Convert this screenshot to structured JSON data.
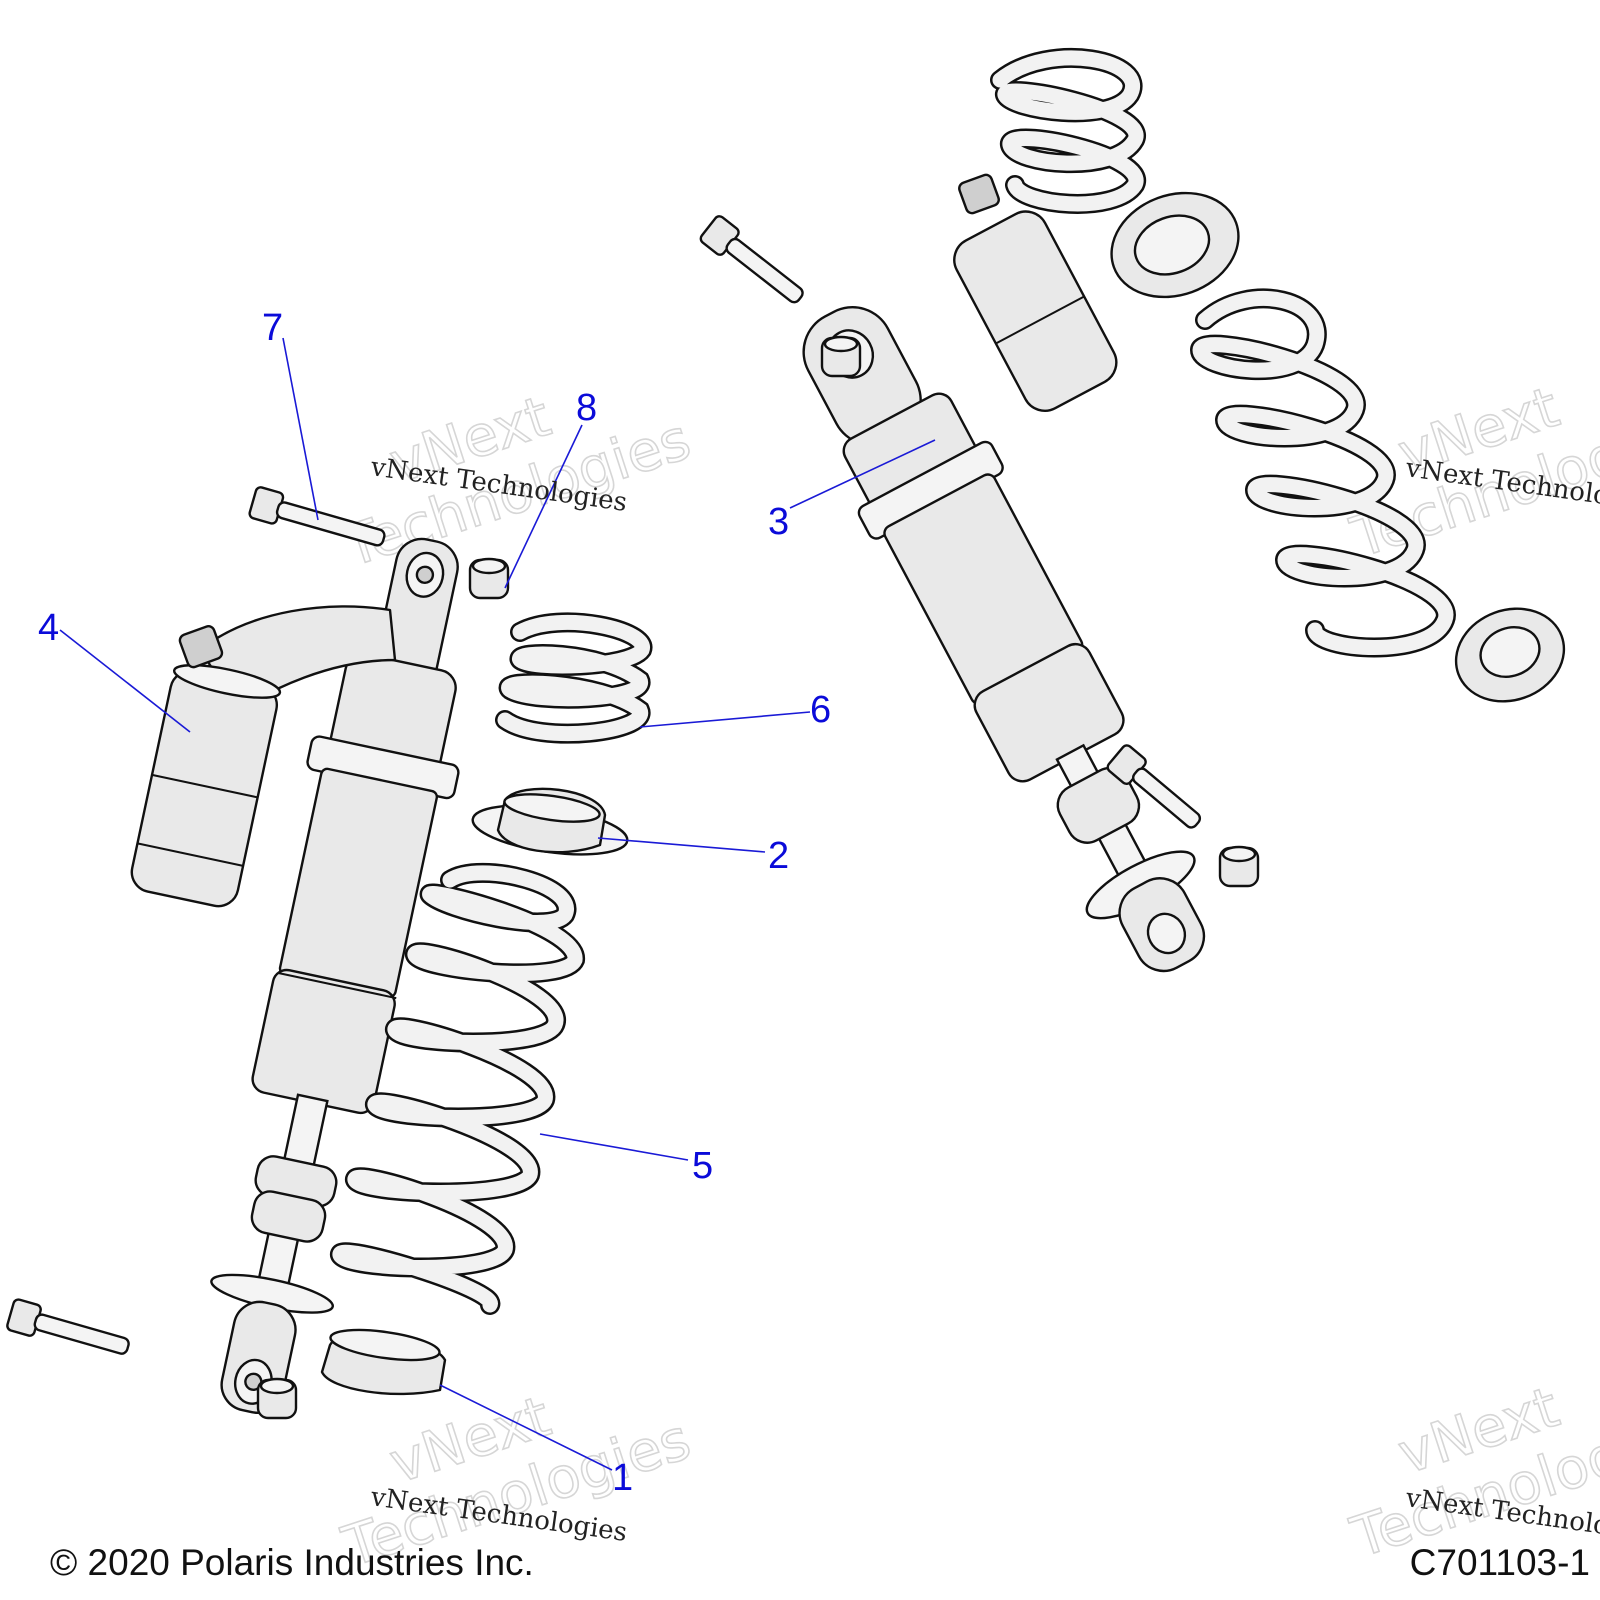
{
  "callouts": [
    {
      "id": "1",
      "label": "1"
    },
    {
      "id": "2",
      "label": "2"
    },
    {
      "id": "3",
      "label": "3"
    },
    {
      "id": "4",
      "label": "4"
    },
    {
      "id": "5",
      "label": "5"
    },
    {
      "id": "6",
      "label": "6"
    },
    {
      "id": "7",
      "label": "7"
    },
    {
      "id": "8",
      "label": "8"
    }
  ],
  "watermark": {
    "text": "vNext Technologies",
    "line1": "vNext",
    "line2": "Technologies"
  },
  "footer": {
    "copyright": "© 2020 Polaris Industries Inc.",
    "diagram_code": "C701103-1"
  },
  "colors": {
    "callout": "#0b0bd9",
    "leader": "#1a1ad6",
    "part_fill": "#e9e9e9",
    "outline": "#111111"
  }
}
